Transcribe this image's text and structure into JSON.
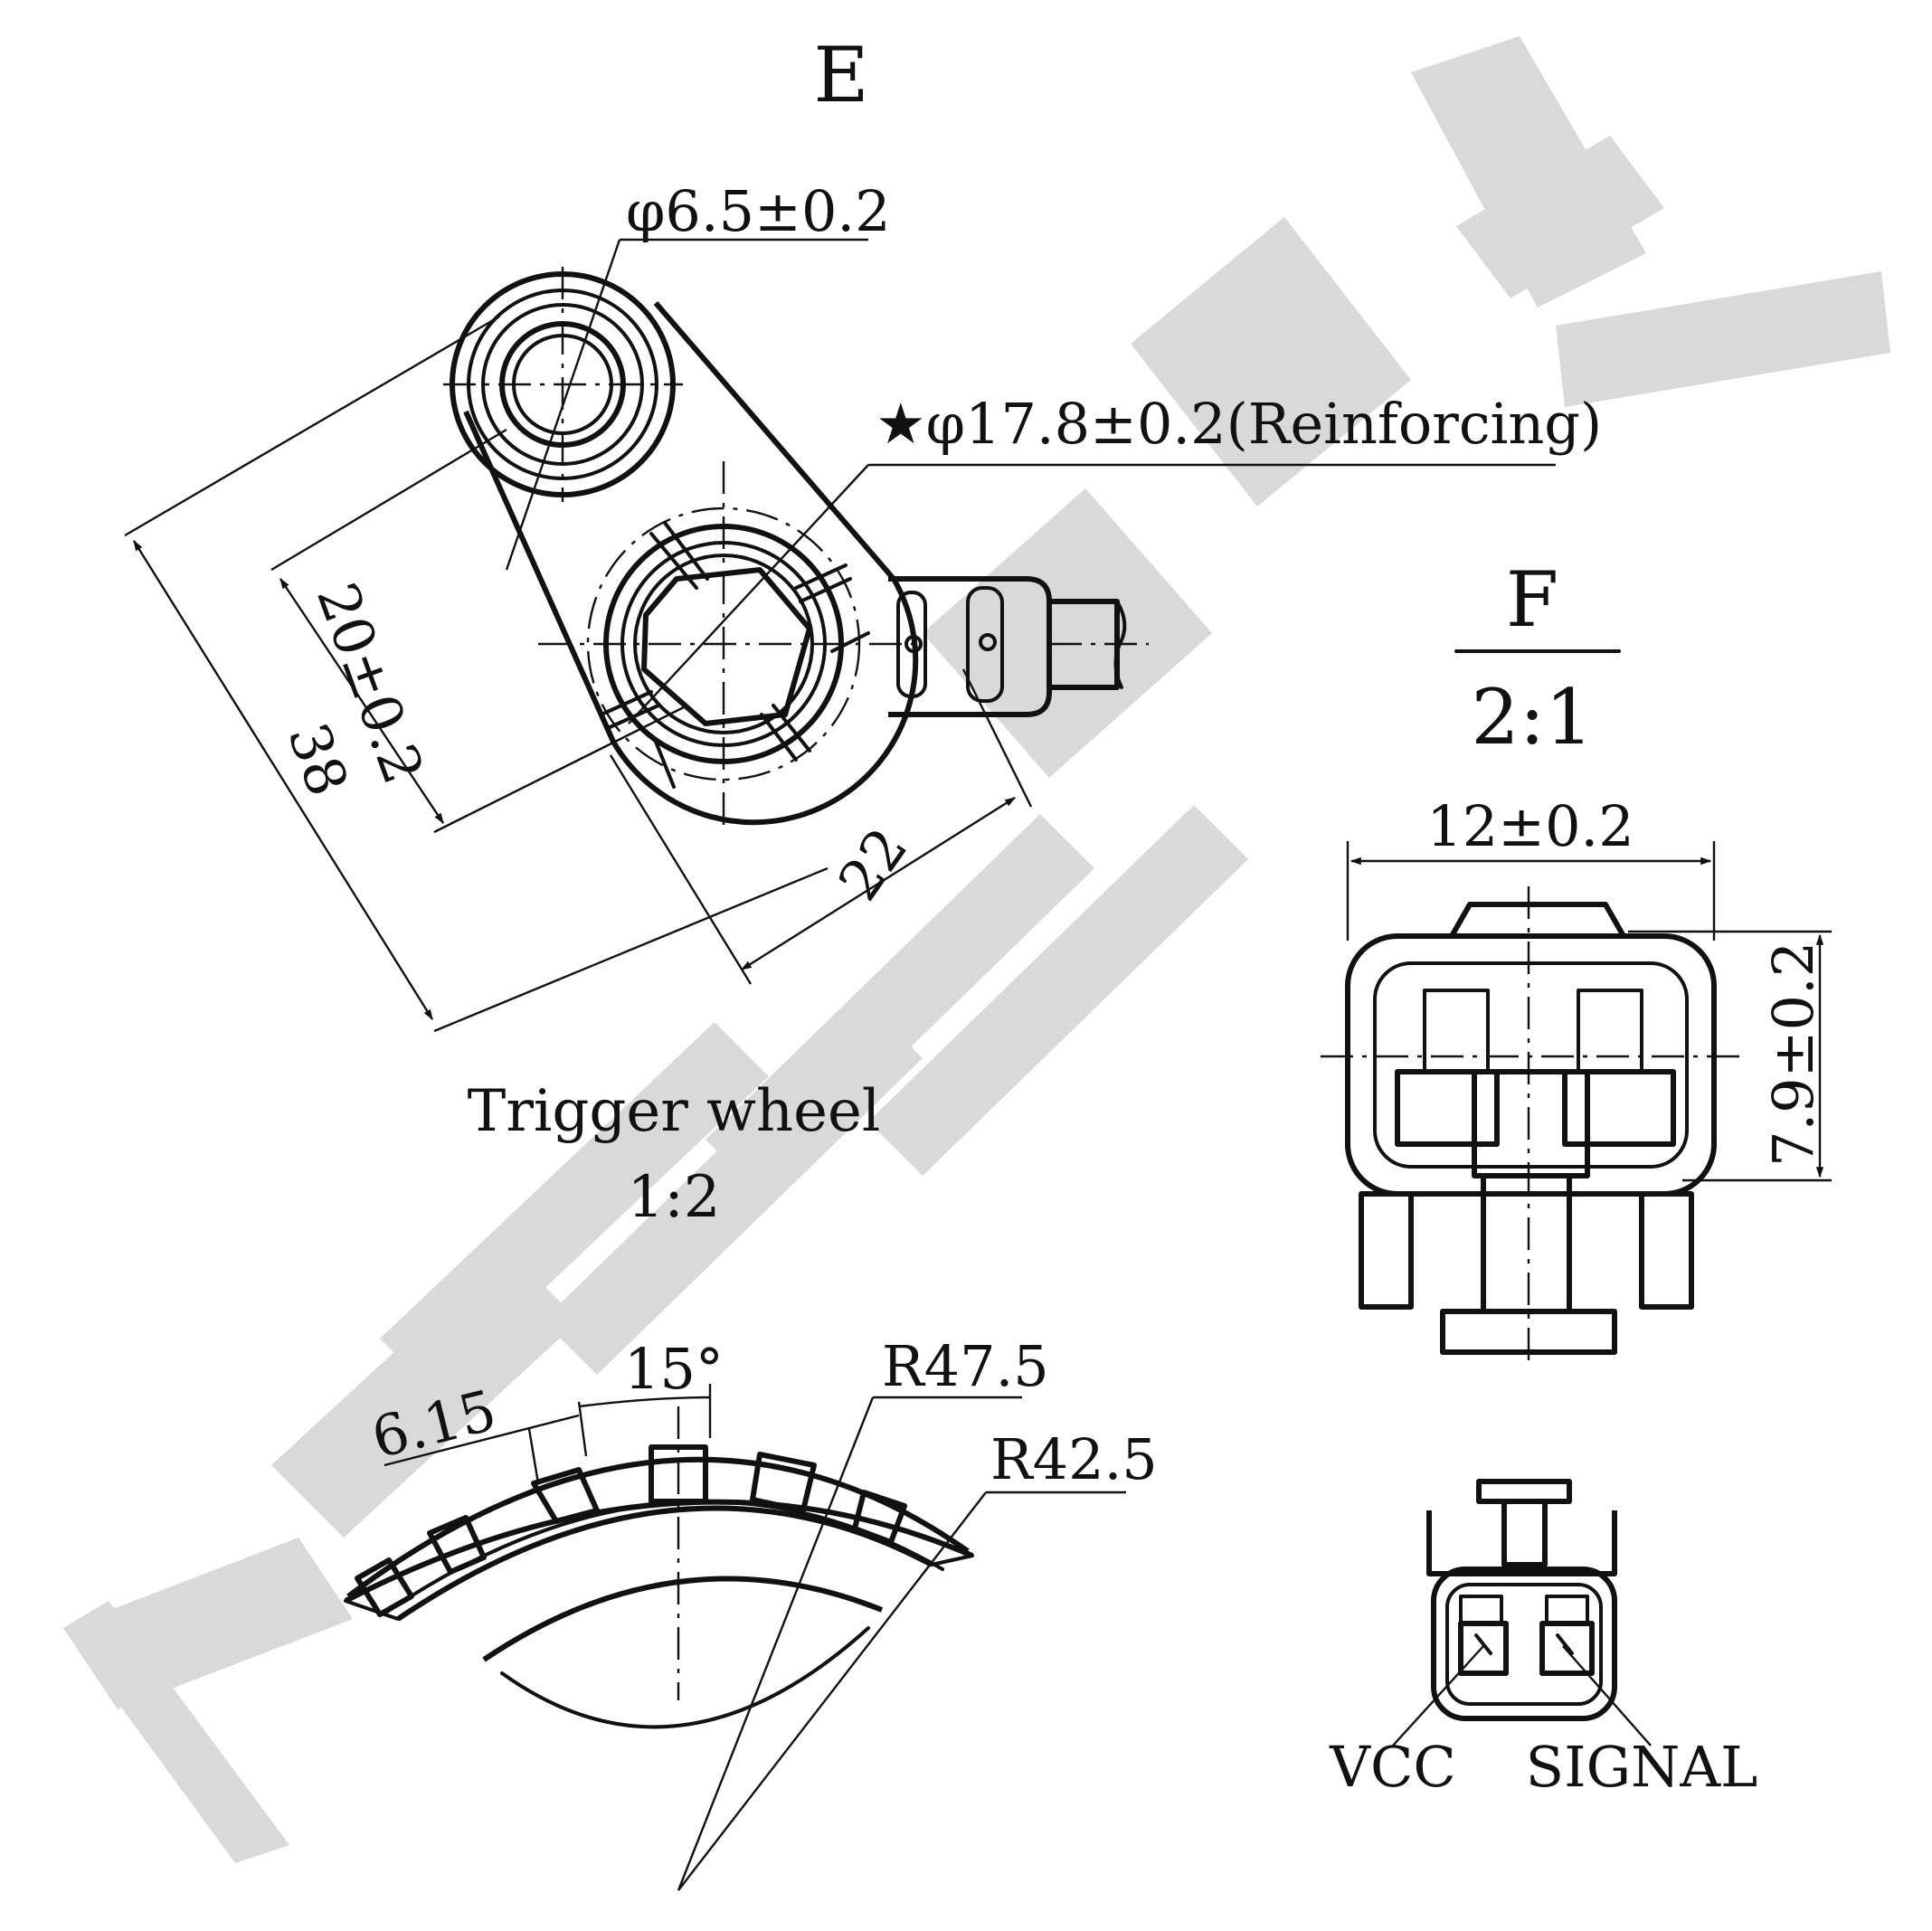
{
  "views": {
    "e": {
      "label": "E"
    },
    "f": {
      "label": "F",
      "scale": "2:1"
    },
    "trigger": {
      "title": "Trigger wheel",
      "scale": "1:2"
    }
  },
  "dimensions": {
    "hole_diameter": "φ6.5±0.2",
    "reinforcing_diameter": "★φ17.8±0.2(Reinforcing)",
    "center_distance": "20±0.2",
    "overall_length": "38",
    "body_length": "22",
    "connector_width": "12±0.2",
    "connector_height": "7.9±0.2",
    "tooth_width": "6.15",
    "tooth_angle": "15°",
    "outer_radius": "R47.5",
    "inner_radius": "R42.5"
  },
  "pins": {
    "pin1": "VCC",
    "pin2": "SIGNAL"
  },
  "watermark": {
    "text": "ZENNEK",
    "color": "#d9d9d9"
  }
}
